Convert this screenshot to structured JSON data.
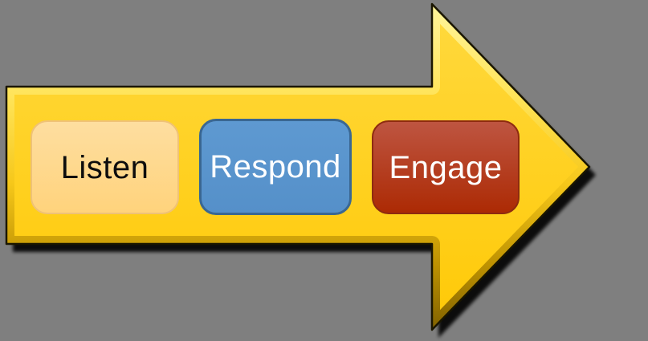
{
  "background_color": "#7F7F7F",
  "diagram": {
    "kind": "process-arrow",
    "direction": "right"
  },
  "arrow": {
    "face_top": "#FFD93E",
    "face_bottom": "#FFC906",
    "bevel_light": "#FFF6A0",
    "bevel_highlight": "#FFE55C",
    "bevel_mid": "#F5C71A",
    "bevel_shade": "#BA8E00",
    "bevel_dark": "#7A5C00",
    "outline_color": "#1A1600",
    "shadow_color": "#000000"
  },
  "steps": [
    {
      "label": "Listen",
      "fill_top": "#FEDEA0",
      "fill_bottom": "#FFD37C",
      "border": "#EFC277",
      "text_color": "#0D0D0D"
    },
    {
      "label": "Respond",
      "fill_top": "#5E99D1",
      "fill_bottom": "#5590C9",
      "border": "#3A6792",
      "text_color": "#FFFFFF"
    },
    {
      "label": "Engage",
      "fill_top": "#BE5541",
      "fill_bottom": "#AC2A04",
      "border": "#8E2B10",
      "text_color": "#FFFFFF"
    }
  ]
}
